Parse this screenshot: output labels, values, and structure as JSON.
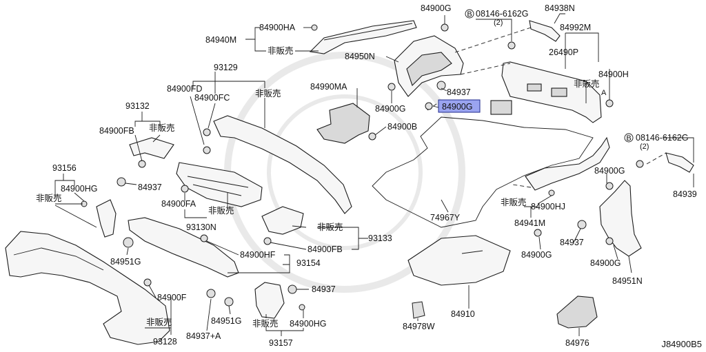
{
  "theme": {
    "highlight_fill": "#9aa4f0",
    "highlight_stroke": "#1f2a8c",
    "line_color": "#1a1a1a"
  },
  "diagram_code": "J84900B5",
  "labels": {
    "p84900g_top": "84900G",
    "p08146_top": "08146-6162G",
    "p08146_top_qty": "(2)",
    "p84938n": "84938N",
    "p84992m": "84992M",
    "p26490p": "26490P",
    "p84900h": "84900H",
    "p84940m": "84940M",
    "p84900ha": "84900HA",
    "not_for_sale_1": "非販売",
    "p84950n": "84950N",
    "p84937_a": "84937",
    "p84900g_b": "84900G",
    "p84900g_highlight": "84900G",
    "p84990ma": "84990MA",
    "p84900b": "84900B",
    "p93129": "93129",
    "p84900fd": "84900FD",
    "p84900fc": "84900FC",
    "not_for_sale_2": "非販売",
    "p93132": "93132",
    "p84900fb_a": "84900FB",
    "not_for_sale_3": "非販売",
    "p93156": "93156",
    "p84900hg_a": "84900HG",
    "p84937_b": "84937",
    "not_for_sale_4": "非販売",
    "p84900fa": "84900FA",
    "not_for_sale_5": "非販売",
    "p93130n": "93130N",
    "not_for_sale_6": "非販売",
    "p84900fb_b": "84900FB",
    "p93133": "93133",
    "p84951g_a": "84951G",
    "p84900hf": "84900HF",
    "p93154": "93154",
    "p84937_c": "84937",
    "p84900f": "84900F",
    "not_for_sale_7": "非販売",
    "p93128": "93128",
    "p84937a": "84937+A",
    "p84951g_b": "84951G",
    "not_for_sale_8": "非販売",
    "p84900hg_b": "84900HG",
    "p93157": "93157",
    "p84978w": "84978W",
    "p84910": "84910",
    "p74967y": "74967Y",
    "not_for_sale_9": "非販売",
    "p84900hj": "84900HJ",
    "p84941m": "84941M",
    "p84937_d": "84937",
    "p84900g_c": "84900G",
    "p08146_right": "08146-6162G",
    "p08146_right_qty": "(2)",
    "p84900g_d": "84900G",
    "p84939": "84939",
    "p84900g_e": "84900G",
    "p84951n": "84951N",
    "p84976": "84976",
    "bolt_symbol": "B",
    "arrow_a": "A"
  }
}
